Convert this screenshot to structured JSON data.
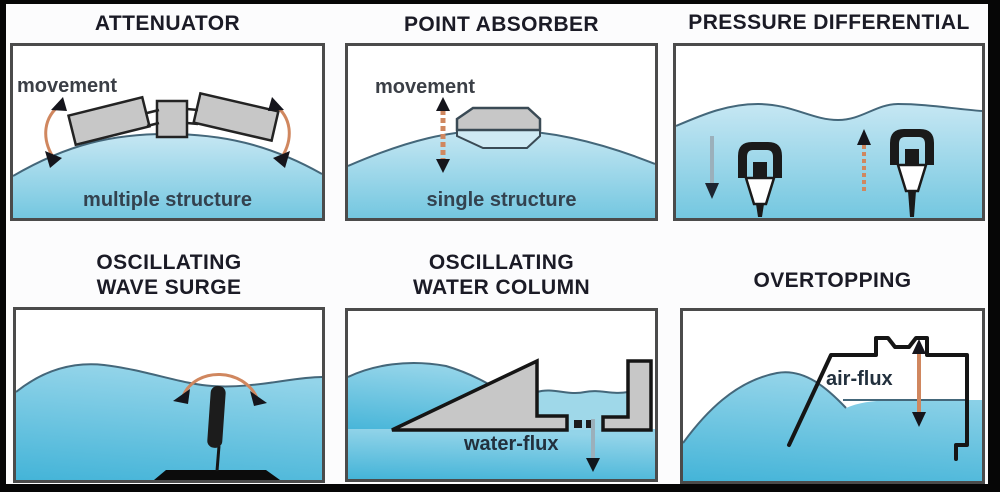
{
  "panels": [
    {
      "id": "attenuator",
      "title_lines": [
        "ATTENUATOR"
      ],
      "movement_label": "movement",
      "structure_label": "multiple structure"
    },
    {
      "id": "point-absorber",
      "title_lines": [
        "POINT ABSORBER"
      ],
      "movement_label": "movement",
      "structure_label": "single structure"
    },
    {
      "id": "pressure-differential",
      "title_lines": [
        "PRESSURE DIFFERENTIAL"
      ]
    },
    {
      "id": "oscillating-wave-surge",
      "title_lines": [
        "OSCILLATING",
        "WAVE SURGE"
      ]
    },
    {
      "id": "oscillating-water-column",
      "title_lines": [
        "OSCILLATING",
        "WATER COLUMN"
      ],
      "flux_label": "water-flux"
    },
    {
      "id": "overtopping",
      "title_lines": [
        "OVERTOPPING"
      ],
      "flux_label": "air-flux"
    }
  ],
  "colors": {
    "frame_black": "#060606",
    "panel_border": "#4b4b4b",
    "title_text": "#1b1b26",
    "label_text": "#33424f",
    "water_row1_top": "#c6e7f3",
    "water_row1_bottom": "#74c7e0",
    "water_row2_top": "#93d4e9",
    "water_row2_bottom": "#44b4d8",
    "basin_water": "#9fd8e9",
    "device_gray": "#c7c7c7",
    "arrow_orange": "#d0875f",
    "gray_arrow": "#9bb0bb",
    "surface_line": "#44677a",
    "outline_dark": "#1a1a1a"
  }
}
